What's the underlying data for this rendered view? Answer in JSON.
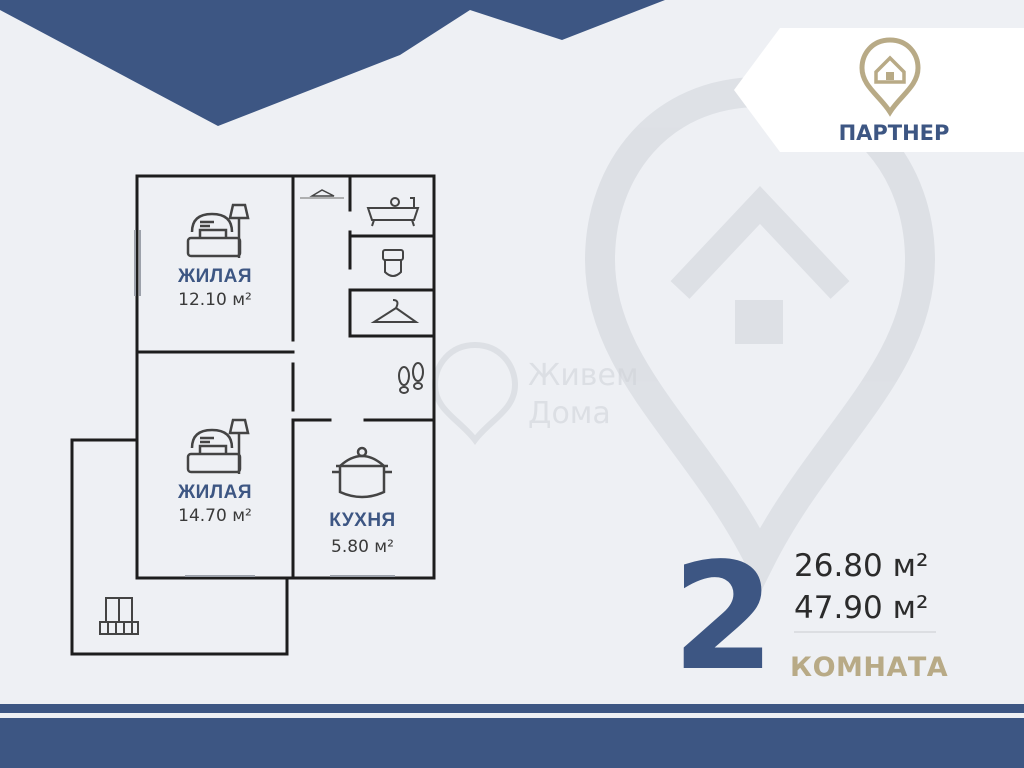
{
  "colors": {
    "navy": "#3d5683",
    "gold": "#b8aa86",
    "wall": "#1d1d1d",
    "background": "#eef0f4",
    "watermark": "#dcdfe4"
  },
  "partner": {
    "logo_icon": "house-pin-icon",
    "label": "ПАРТНЕР"
  },
  "watermark": {
    "icon": "house-pin-watermark-icon",
    "line1": "Живем",
    "line2": "Дома"
  },
  "rooms": [
    {
      "name": "ЖИЛАЯ",
      "area": "12.10 м²",
      "icon": "armchair-lamp-icon"
    },
    {
      "name": "ЖИЛАЯ",
      "area": "14.70 м²",
      "icon": "armchair-lamp-icon"
    },
    {
      "name": "КУХНЯ",
      "area": "5.80 м²",
      "icon": "cooking-pot-icon"
    }
  ],
  "fixtures": [
    {
      "icon": "bathtub-icon"
    },
    {
      "icon": "toilet-icon"
    },
    {
      "icon": "hanger-icon"
    },
    {
      "icon": "footprints-icon"
    },
    {
      "icon": "balcony-door-icon"
    }
  ],
  "summary": {
    "rooms_count": "2",
    "rooms_label": "КОМНАТА",
    "area_1": "26.80 м²",
    "area_2": "47.90 м²"
  }
}
